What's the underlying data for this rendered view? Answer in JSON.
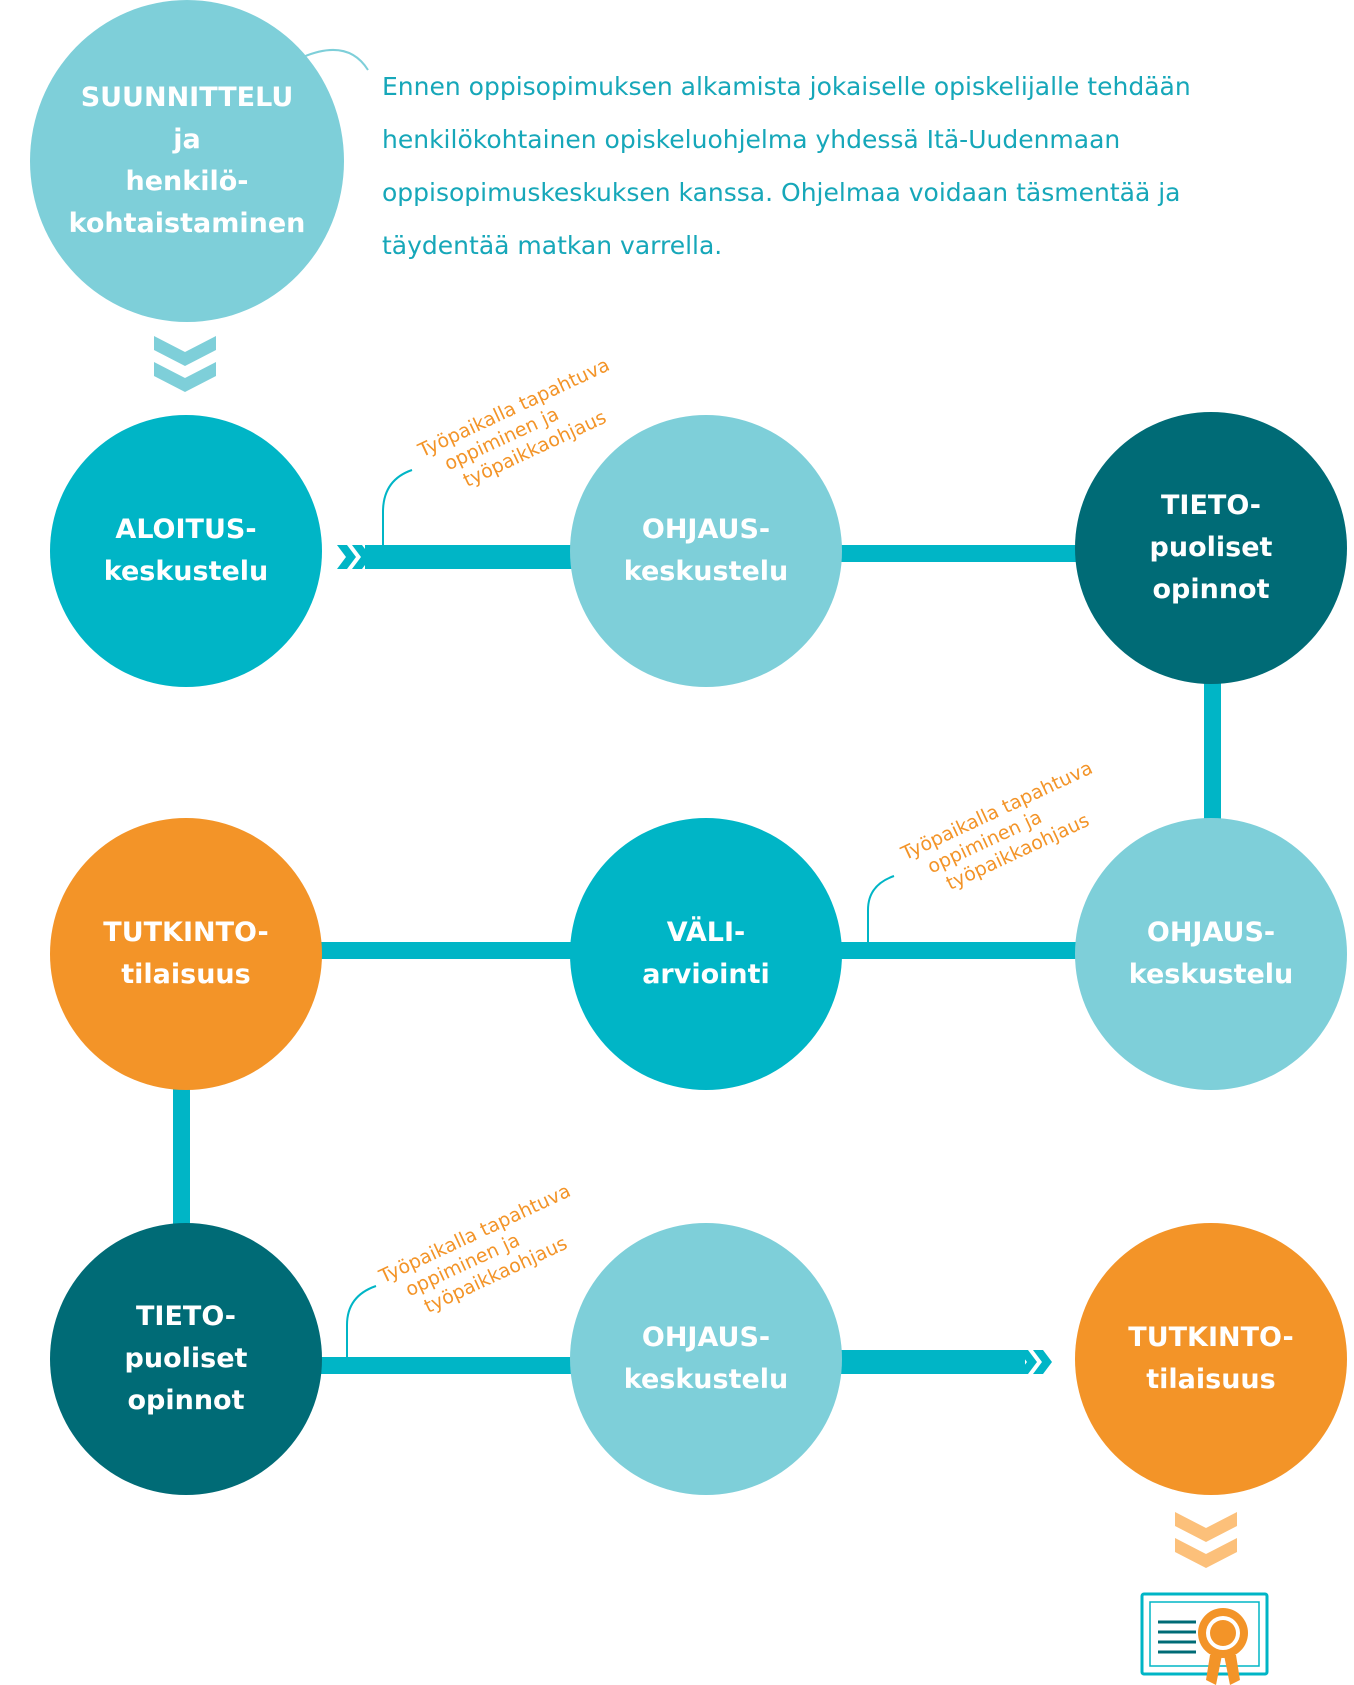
{
  "colors": {
    "light_teal": "#7ecfd9",
    "teal": "#00b5c6",
    "dark_teal": "#006b76",
    "orange": "#f39428",
    "light_orange": "#fcc07a",
    "intro_text": "#16a7b9"
  },
  "intro": {
    "lines": [
      "Ennen oppisopimuksen alkamista jokaiselle opiskelijalle tehdään",
      "henkilökohtainen opiskeluohjelma yhdessä Itä-Uudenmaan",
      "oppisopimuskeskuksen kanssa. Ohjelmaa voidaan täsmentää ja",
      "täydentää matkan varrella."
    ]
  },
  "nodes": {
    "planning": {
      "lines": [
        "SUUNNITTELU",
        "ja",
        "henkilö-",
        "kohtaistaminen"
      ]
    },
    "start_discussion": {
      "lines": [
        "ALOITUS-",
        "keskustelu"
      ]
    },
    "guidance_1": {
      "lines": [
        "OHJAUS-",
        "keskustelu"
      ]
    },
    "theory_1": {
      "lines": [
        "TIETO-",
        "puoliset",
        "opinnot"
      ]
    },
    "guidance_2": {
      "lines": [
        "OHJAUS-",
        "keskustelu"
      ]
    },
    "mid_evaluation": {
      "lines": [
        "VÄLI-",
        "arviointi"
      ]
    },
    "exam_1": {
      "lines": [
        "TUTKINTO-",
        "tilaisuus"
      ]
    },
    "theory_2": {
      "lines": [
        "TIETO-",
        "puoliset",
        "opinnot"
      ]
    },
    "guidance_3": {
      "lines": [
        "OHJAUS-",
        "keskustelu"
      ]
    },
    "exam_2": {
      "lines": [
        "TUTKINTO-",
        "tilaisuus"
      ]
    }
  },
  "notes": {
    "workplace_1": {
      "lines": [
        "Työpaikalla tapahtuva",
        "oppiminen ja",
        "työpaikkaohjaus"
      ]
    },
    "workplace_2": {
      "lines": [
        "Työpaikalla tapahtuva",
        "oppiminen ja",
        "työpaikkaohjaus"
      ]
    },
    "workplace_3": {
      "lines": [
        "Työpaikalla tapahtuva",
        "oppiminen ja",
        "työpaikkaohjaus"
      ]
    }
  },
  "icons": {
    "down_chevrons": "double-chevron-down-icon",
    "right_chevrons": "double-chevron-right-icon",
    "certificate": "certificate-icon"
  }
}
